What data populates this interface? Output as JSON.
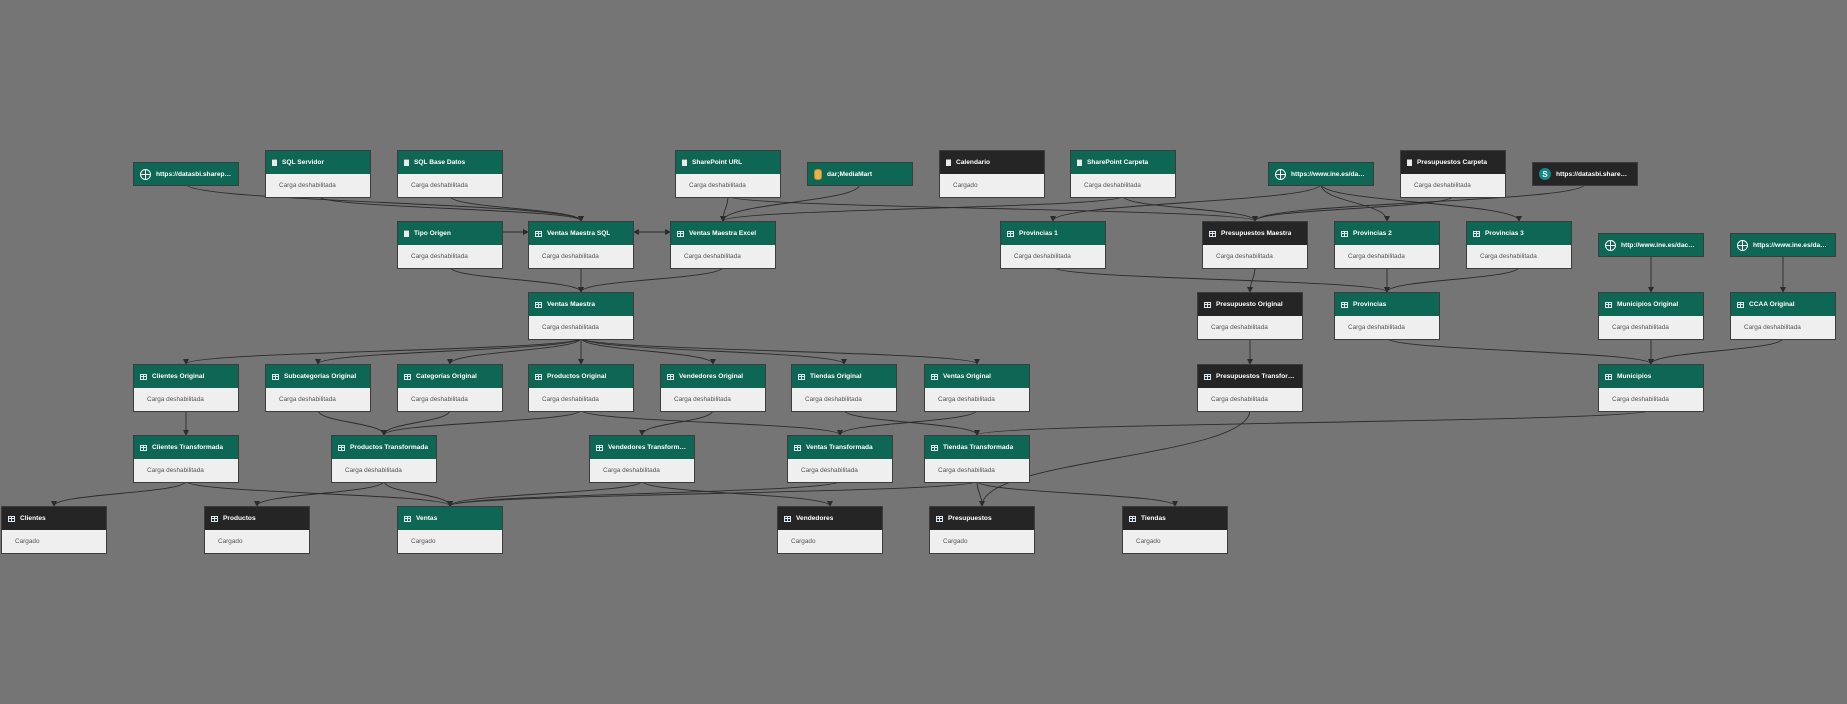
{
  "colors": {
    "background": "#757575",
    "node_green": "#0e6655",
    "node_dark": "#252525",
    "node_body": "#efefef",
    "edge": "#2b2b2b"
  },
  "nodes": [
    {
      "id": "src_sharepoint1",
      "title": "https://datasbi.sharepoi...",
      "icon": "globe-icon",
      "theme": "green",
      "single": true
    },
    {
      "id": "sql_servidor",
      "title": "SQL Servidor",
      "subtitle": "Carga deshabilitada",
      "icon": "sheet-icon",
      "theme": "green"
    },
    {
      "id": "sql_base",
      "title": "SQL Base Datos",
      "subtitle": "Carga deshabilitada",
      "icon": "sheet-icon",
      "theme": "green"
    },
    {
      "id": "sp_url",
      "title": "SharePoint URL",
      "subtitle": "Carga deshabilitada",
      "icon": "sheet-icon",
      "theme": "green"
    },
    {
      "id": "mediamart",
      "title": "dar;MediaMart",
      "icon": "database-icon",
      "theme": "green",
      "single": true
    },
    {
      "id": "calendario",
      "title": "Calendario",
      "subtitle": "Cargado",
      "icon": "sheet-icon",
      "theme": "dark"
    },
    {
      "id": "sp_carpeta",
      "title": "SharePoint Carpeta",
      "subtitle": "Carga deshabilitada",
      "icon": "sheet-icon",
      "theme": "green"
    },
    {
      "id": "ine1",
      "title": "https://www.ine.es/daco...",
      "icon": "globe-icon",
      "theme": "green",
      "single": true
    },
    {
      "id": "presup_carpeta",
      "title": "Presupuestos Carpeta",
      "subtitle": "Carga deshabilitada",
      "icon": "sheet-icon",
      "theme": "dark"
    },
    {
      "id": "sp_src2",
      "title": "https://datasbi.sharepoi...",
      "icon": "sharepoint-icon",
      "theme": "dark",
      "single": true
    },
    {
      "id": "tipo_origen",
      "title": "Tipo Origen",
      "subtitle": "Carga deshabilitada",
      "icon": "sheet-icon",
      "theme": "green"
    },
    {
      "id": "vm_sql",
      "title": "Ventas Maestra SQL",
      "subtitle": "Carga deshabilitada",
      "icon": "table-icon",
      "theme": "green"
    },
    {
      "id": "vm_excel",
      "title": "Ventas Maestra Excel",
      "subtitle": "Carga deshabilitada",
      "icon": "table-icon",
      "theme": "green"
    },
    {
      "id": "provincias1",
      "title": "Provincias 1",
      "subtitle": "Carga deshabilitada",
      "icon": "table-icon",
      "theme": "green"
    },
    {
      "id": "presup_maestra",
      "title": "Presupuestos Maestra",
      "subtitle": "Carga deshabilitada",
      "icon": "table-icon",
      "theme": "dark"
    },
    {
      "id": "provincias2",
      "title": "Provincias 2",
      "subtitle": "Carga deshabilitada",
      "icon": "table-icon",
      "theme": "green"
    },
    {
      "id": "provincias3",
      "title": "Provincias 3",
      "subtitle": "Carga deshabilitada",
      "icon": "table-icon",
      "theme": "green"
    },
    {
      "id": "ine2",
      "title": "http://www.ine.es/daco/...",
      "icon": "globe-icon",
      "theme": "green",
      "single": true
    },
    {
      "id": "ine3",
      "title": "https://www.ine.es/daco...",
      "icon": "globe-icon",
      "theme": "green",
      "single": true
    },
    {
      "id": "ventas_maestra",
      "title": "Ventas Maestra",
      "subtitle": "Carga deshabilitada",
      "icon": "table-icon",
      "theme": "green"
    },
    {
      "id": "presup_original",
      "title": "Presupuesto Original",
      "subtitle": "Carga deshabilitada",
      "icon": "table-icon",
      "theme": "dark"
    },
    {
      "id": "provincias",
      "title": "Provincias",
      "subtitle": "Carga deshabilitada",
      "icon": "table-icon",
      "theme": "green"
    },
    {
      "id": "municipios_original",
      "title": "Municipios Original",
      "subtitle": "Carga deshabilitada",
      "icon": "table-icon",
      "theme": "green"
    },
    {
      "id": "ccaa_original",
      "title": "CCAA Original",
      "subtitle": "Carga deshabilitada",
      "icon": "table-icon",
      "theme": "green"
    },
    {
      "id": "clientes_original",
      "title": "Clientes Original",
      "subtitle": "Carga deshabilitada",
      "icon": "table-icon",
      "theme": "green"
    },
    {
      "id": "subcat_original",
      "title": "Subcategorías Original",
      "subtitle": "Carga deshabilitada",
      "icon": "table-icon",
      "theme": "green"
    },
    {
      "id": "cat_original",
      "title": "Categorías Original",
      "subtitle": "Carga deshabilitada",
      "icon": "table-icon",
      "theme": "green"
    },
    {
      "id": "prod_original",
      "title": "Productos Original",
      "subtitle": "Carga deshabilitada",
      "icon": "table-icon",
      "theme": "green"
    },
    {
      "id": "vend_original",
      "title": "Vendedores Original",
      "subtitle": "Carga deshabilitada",
      "icon": "table-icon",
      "theme": "green"
    },
    {
      "id": "tiendas_original",
      "title": "Tiendas Original",
      "subtitle": "Carga deshabilitada",
      "icon": "table-icon",
      "theme": "green"
    },
    {
      "id": "ventas_original",
      "title": "Ventas Original",
      "subtitle": "Carga deshabilitada",
      "icon": "table-icon",
      "theme": "green"
    },
    {
      "id": "presup_transf",
      "title": "Presupuestos Transformada",
      "subtitle": "Carga deshabilitada",
      "icon": "table-icon",
      "theme": "dark"
    },
    {
      "id": "municipios",
      "title": "Municipios",
      "subtitle": "Carga deshabilitada",
      "icon": "table-icon",
      "theme": "green"
    },
    {
      "id": "clientes_transf",
      "title": "Clientes Transformada",
      "subtitle": "Carga deshabilitada",
      "icon": "table-icon",
      "theme": "green"
    },
    {
      "id": "prod_transf",
      "title": "Productos Transformada",
      "subtitle": "Carga deshabilitada",
      "icon": "table-icon",
      "theme": "green"
    },
    {
      "id": "vend_transf",
      "title": "Vendedores Transformada",
      "subtitle": "Carga deshabilitada",
      "icon": "table-icon",
      "theme": "green"
    },
    {
      "id": "ventas_transf",
      "title": "Ventas Transformada",
      "subtitle": "Carga deshabilitada",
      "icon": "table-icon",
      "theme": "green"
    },
    {
      "id": "tiendas_transf",
      "title": "Tiendas Transformada",
      "subtitle": "Carga deshabilitada",
      "icon": "table-icon",
      "theme": "green"
    },
    {
      "id": "clientes",
      "title": "Clientes",
      "subtitle": "Cargado",
      "icon": "table-icon",
      "theme": "dark"
    },
    {
      "id": "productos",
      "title": "Productos",
      "subtitle": "Cargado",
      "icon": "table-icon",
      "theme": "dark"
    },
    {
      "id": "ventas",
      "title": "Ventas",
      "subtitle": "Cargado",
      "icon": "table-icon",
      "theme": "green"
    },
    {
      "id": "vendedores",
      "title": "Vendedores",
      "subtitle": "Cargado",
      "icon": "table-icon",
      "theme": "dark"
    },
    {
      "id": "presupuestos",
      "title": "Presupuestos",
      "subtitle": "Cargado",
      "icon": "table-icon",
      "theme": "dark"
    },
    {
      "id": "tiendas",
      "title": "Tiendas",
      "subtitle": "Cargado",
      "icon": "table-icon",
      "theme": "dark"
    }
  ],
  "edges": [
    [
      "src_sharepoint1",
      "vm_sql"
    ],
    [
      "sql_servidor",
      "vm_sql"
    ],
    [
      "sql_base",
      "vm_sql"
    ],
    [
      "tipo_origen",
      "vm_sql"
    ],
    [
      "sp_url",
      "vm_excel"
    ],
    [
      "mediamart",
      "vm_excel"
    ],
    [
      "vm_sql",
      "vm_excel"
    ],
    [
      "vm_excel",
      "vm_sql"
    ],
    [
      "sp_carpeta",
      "vm_excel"
    ],
    [
      "sp_url",
      "presup_maestra"
    ],
    [
      "sp_carpeta",
      "presup_maestra"
    ],
    [
      "presup_carpeta",
      "presup_maestra"
    ],
    [
      "sp_src2",
      "presup_maestra"
    ],
    [
      "ine1",
      "provincias1"
    ],
    [
      "ine1",
      "provincias2"
    ],
    [
      "ine1",
      "provincias3"
    ],
    [
      "tipo_origen",
      "ventas_maestra"
    ],
    [
      "vm_sql",
      "ventas_maestra"
    ],
    [
      "vm_excel",
      "ventas_maestra"
    ],
    [
      "presup_maestra",
      "presup_original"
    ],
    [
      "provincias1",
      "provincias"
    ],
    [
      "provincias2",
      "provincias"
    ],
    [
      "provincias3",
      "provincias"
    ],
    [
      "ine2",
      "municipios_original"
    ],
    [
      "ine3",
      "ccaa_original"
    ],
    [
      "ventas_maestra",
      "clientes_original"
    ],
    [
      "ventas_maestra",
      "subcat_original"
    ],
    [
      "ventas_maestra",
      "cat_original"
    ],
    [
      "ventas_maestra",
      "prod_original"
    ],
    [
      "ventas_maestra",
      "vend_original"
    ],
    [
      "ventas_maestra",
      "tiendas_original"
    ],
    [
      "ventas_maestra",
      "ventas_original"
    ],
    [
      "presup_original",
      "presup_transf"
    ],
    [
      "provincias",
      "municipios"
    ],
    [
      "municipios_original",
      "municipios"
    ],
    [
      "ccaa_original",
      "municipios"
    ],
    [
      "clientes_original",
      "clientes_transf"
    ],
    [
      "subcat_original",
      "prod_transf"
    ],
    [
      "cat_original",
      "prod_transf"
    ],
    [
      "prod_original",
      "prod_transf"
    ],
    [
      "vend_original",
      "vend_transf"
    ],
    [
      "tiendas_original",
      "tiendas_transf"
    ],
    [
      "ventas_original",
      "ventas_transf"
    ],
    [
      "prod_original",
      "ventas_transf"
    ],
    [
      "municipios",
      "tiendas_transf"
    ],
    [
      "clientes_transf",
      "clientes"
    ],
    [
      "clientes_transf",
      "ventas"
    ],
    [
      "prod_transf",
      "productos"
    ],
    [
      "prod_transf",
      "ventas"
    ],
    [
      "vend_transf",
      "ventas"
    ],
    [
      "vend_transf",
      "vendedores"
    ],
    [
      "ventas_transf",
      "ventas"
    ],
    [
      "tiendas_transf",
      "ventas"
    ],
    [
      "tiendas_transf",
      "tiendas"
    ],
    [
      "tiendas_transf",
      "presupuestos"
    ],
    [
      "presup_transf",
      "presupuestos"
    ]
  ]
}
